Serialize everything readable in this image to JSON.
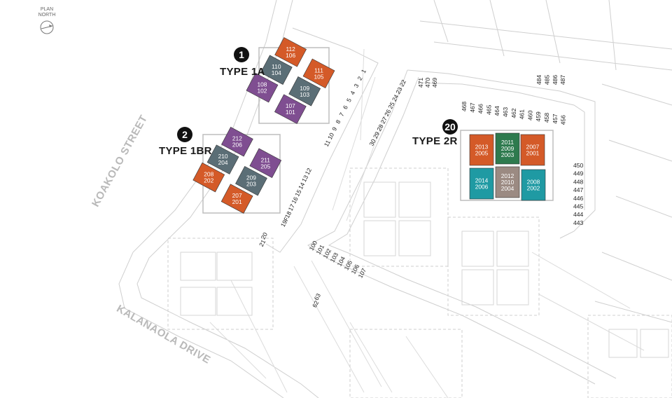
{
  "compass": {
    "line1": "PLAN",
    "line2": "NORTH",
    "icon": "compass-icon"
  },
  "streets": {
    "koakolo": "KOAKOLO STREET",
    "kalanaola": "KALANAOLA DRIVE"
  },
  "colors": {
    "orange": "#d45a28",
    "slate": "#5b6e76",
    "purple": "#7f4e91",
    "green": "#2e7a4e",
    "teal": "#1f9aa3",
    "taupe": "#9b8a82"
  },
  "buildings": [
    {
      "number": "1",
      "type": "TYPE 1A",
      "units": [
        {
          "label": "112\n106",
          "color": "orange"
        },
        {
          "label": "111\n105",
          "color": "orange"
        },
        {
          "label": "110\n104",
          "color": "slate"
        },
        {
          "label": "109\n103",
          "color": "slate"
        },
        {
          "label": "108\n102",
          "color": "purple"
        },
        {
          "label": "107\n101",
          "color": "purple"
        }
      ]
    },
    {
      "number": "2",
      "type": "TYPE 1BR",
      "units": [
        {
          "label": "212\n206",
          "color": "purple"
        },
        {
          "label": "211\n205",
          "color": "purple"
        },
        {
          "label": "210\n204",
          "color": "slate"
        },
        {
          "label": "209\n203",
          "color": "slate"
        },
        {
          "label": "208\n202",
          "color": "orange"
        },
        {
          "label": "207\n201",
          "color": "orange"
        }
      ]
    },
    {
      "number": "20",
      "type": "TYPE 2R",
      "units": [
        {
          "label": "2013\n2005",
          "color": "orange"
        },
        {
          "label": "2011\n2009\n2003",
          "color": "green"
        },
        {
          "label": "2007\n2001",
          "color": "orange"
        },
        {
          "label": "2014\n2006",
          "color": "teal"
        },
        {
          "label": "2012\n2010\n2004",
          "color": "taupe"
        },
        {
          "label": "2008\n2002",
          "color": "teal"
        }
      ]
    }
  ],
  "parking_stalls": {
    "row_a": [
      "1",
      "2",
      "3",
      "4",
      "5",
      "6",
      "7",
      "8",
      "9",
      "10",
      "11"
    ],
    "row_b": [
      "12",
      "13",
      "14",
      "15",
      "16",
      "17",
      "18",
      "19F"
    ],
    "row_c": [
      "20",
      "21"
    ],
    "row_d": [
      "22",
      "23",
      "24",
      "25",
      "26",
      "27",
      "28",
      "29",
      "30"
    ],
    "row_e": [
      "100",
      "101",
      "102",
      "103",
      "104",
      "105",
      "106",
      "107"
    ],
    "row_f": [
      "63",
      "62"
    ],
    "row_g": [
      "471",
      "470",
      "469"
    ],
    "row_h": [
      "468",
      "467",
      "466",
      "465",
      "464",
      "463",
      "462",
      "461",
      "460",
      "459",
      "458",
      "457",
      "456"
    ],
    "row_i": [
      "484",
      "485",
      "486",
      "487"
    ],
    "row_j": [
      "450",
      "449",
      "448",
      "447",
      "446",
      "445",
      "444",
      "443"
    ]
  }
}
